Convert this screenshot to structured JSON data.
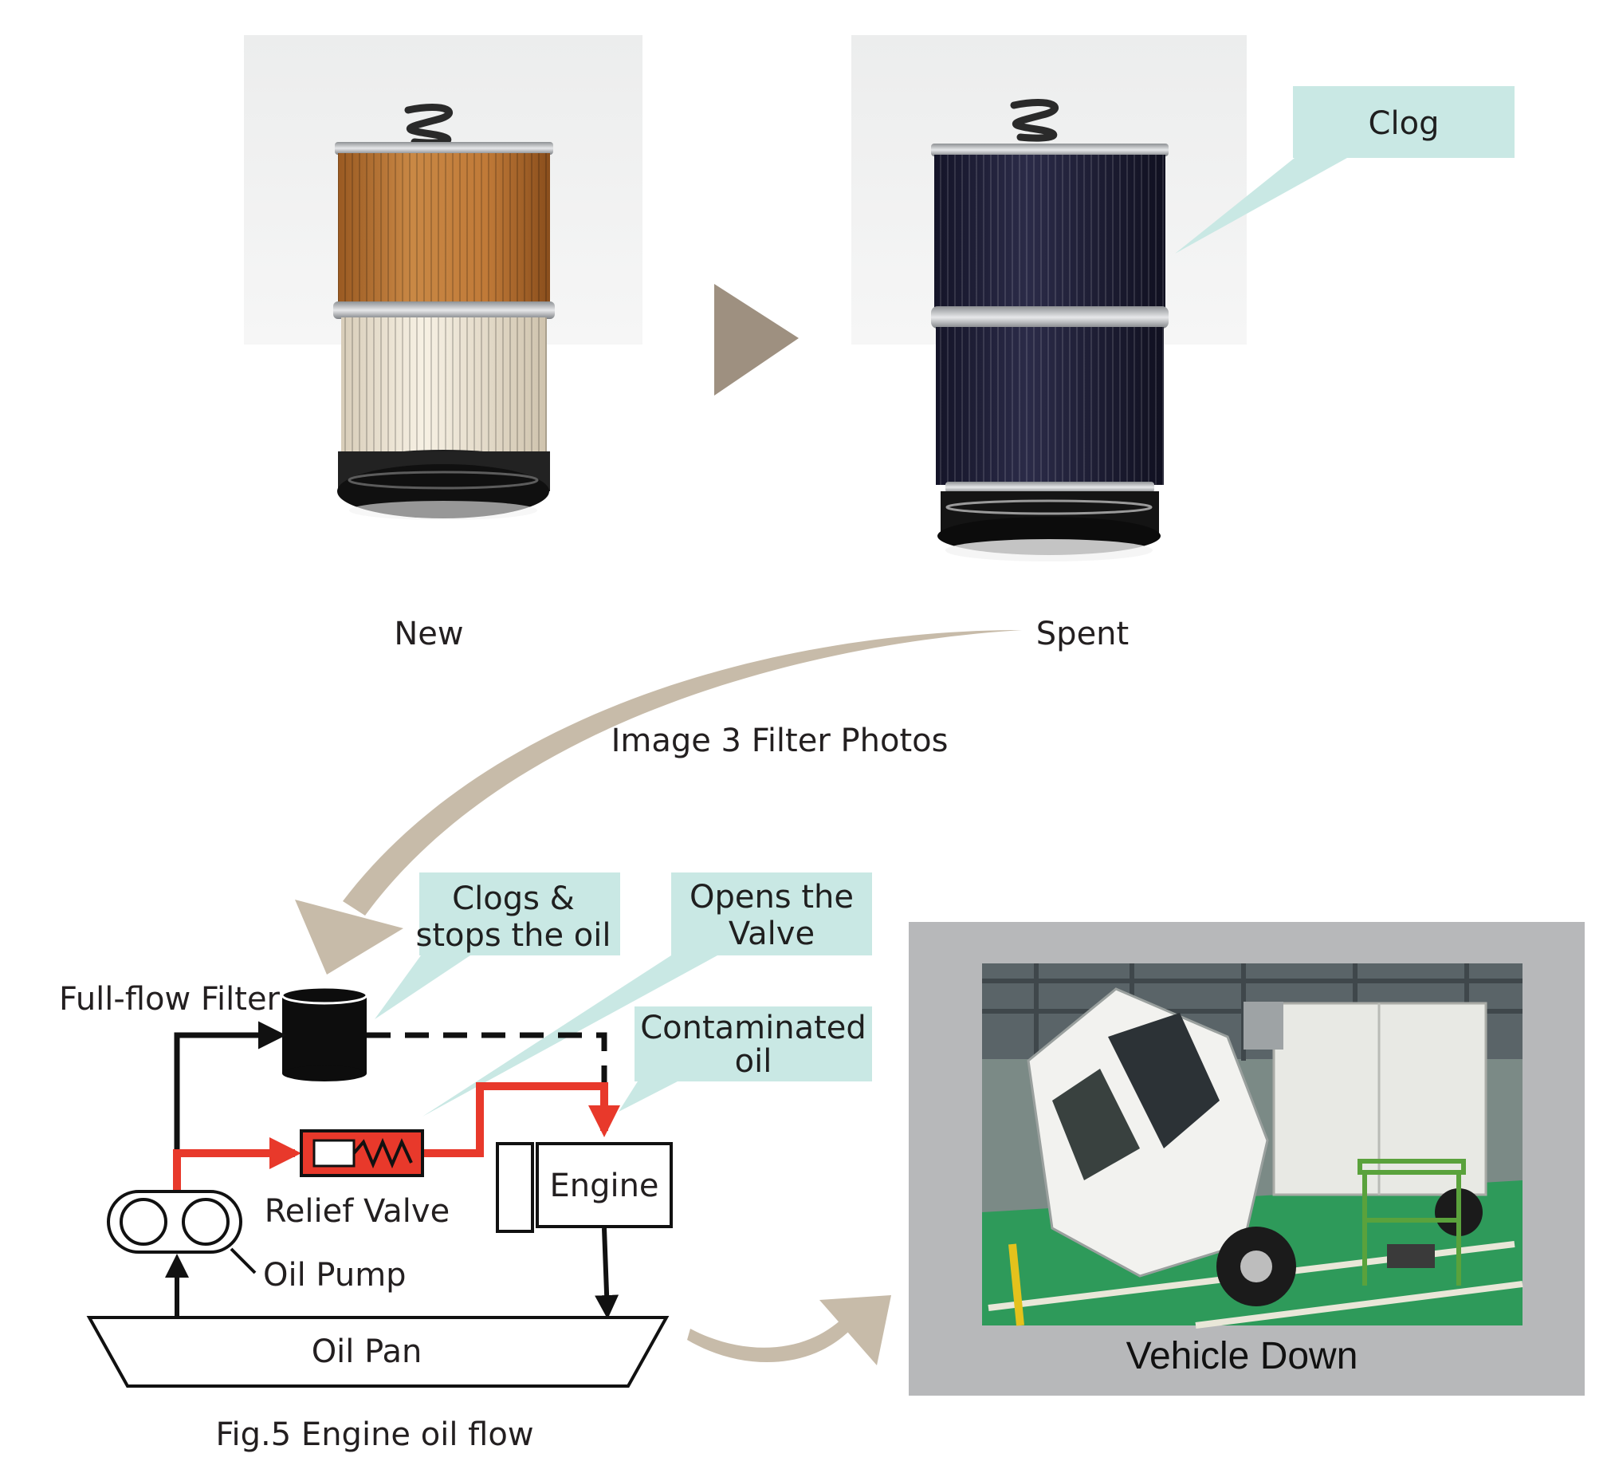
{
  "photos": {
    "new_label": "New",
    "spent_label": "Spent",
    "caption": "Image 3  Filter Photos",
    "clog_callout": "Clog"
  },
  "diagram": {
    "callout_clogs": [
      "Clogs &",
      "stops the oil"
    ],
    "callout_valve": [
      "Opens the",
      "Valve"
    ],
    "callout_contaminated": [
      "Contaminated",
      "oil"
    ],
    "full_flow_filter": "Full-flow Filter",
    "relief_valve": "Relief Valve",
    "oil_pump": "Oil Pump",
    "engine": "Engine",
    "oil_pan": "Oil Pan",
    "caption": "Fig.5  Engine oil flow"
  },
  "vehicle": {
    "label": "Vehicle Down"
  },
  "colors": {
    "callout_bg": "#c9e8e4",
    "flow_red": "#e8392b",
    "arrow_tan": "#c7bba9",
    "triangle_gray": "#9e9080",
    "frame_gray": "#b7b8ba",
    "floor_green": "#2e9a5a"
  }
}
